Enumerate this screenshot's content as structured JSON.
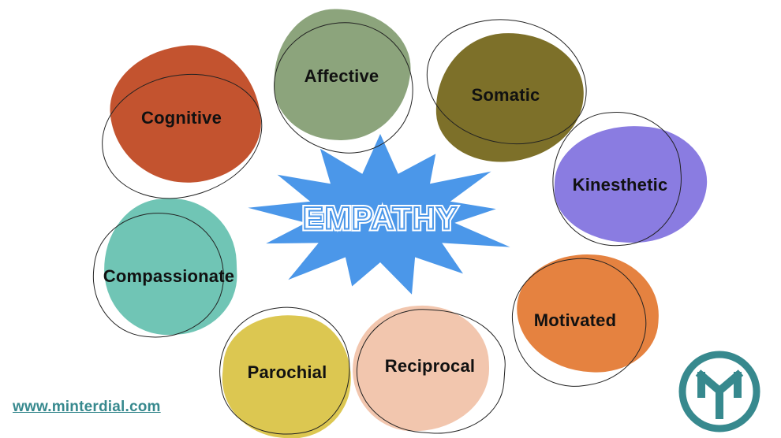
{
  "center": {
    "label": "EMPATHY"
  },
  "blobs": [
    {
      "label": "Cognitive",
      "color": "#c3532f"
    },
    {
      "label": "Affective",
      "color": "#8ca47c"
    },
    {
      "label": "Somatic",
      "color": "#7d7029"
    },
    {
      "label": "Kinesthetic",
      "color": "#8a7ce1"
    },
    {
      "label": "Motivated",
      "color": "#e58240"
    },
    {
      "label": "Reciprocal",
      "color": "#f2c6ae"
    },
    {
      "label": "Parochial",
      "color": "#dcc751"
    },
    {
      "label": "Compassionate",
      "color": "#70c5b5"
    }
  ],
  "footer": {
    "link_text": "www.minterdial.com"
  },
  "logo": {
    "name": "minterdial-monogram"
  },
  "colors": {
    "star": "#4b97e9",
    "accent_teal": "#37898e",
    "ink": "#111111",
    "outline": "#222222",
    "background": "#ffffff"
  }
}
